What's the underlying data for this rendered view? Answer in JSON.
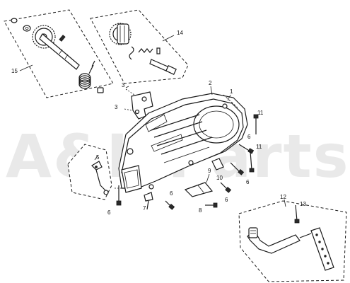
{
  "watermark": "A&L Parts Inc.",
  "callouts": {
    "c1": "1",
    "c2": "2",
    "c3a": "3",
    "c3b": "3",
    "c5": "5",
    "c6a": "6",
    "c6b": "6",
    "c6c": "6",
    "c6d": "6",
    "c6e": "6",
    "c7": "7",
    "c8": "8",
    "c9": "9",
    "c10": "10",
    "c11a": "11",
    "c11b": "11",
    "c12": "12",
    "c13": "13",
    "c14": "14",
    "c15": "15"
  }
}
